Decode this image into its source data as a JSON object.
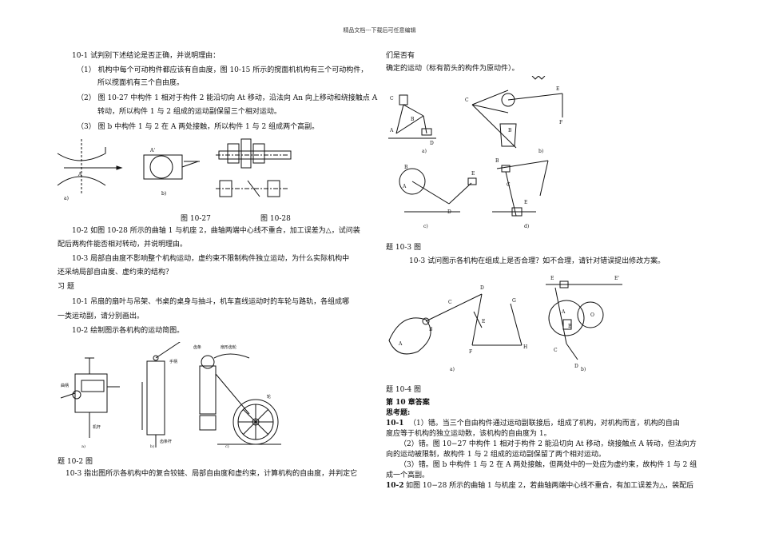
{
  "header": "精品文档---下载后可任意编辑",
  "left": {
    "q10_1": "10-1 试判别下述结论是否正确，并说明理由：",
    "q10_1_1a": "（1） 机构中每个可动构件都应该有自由度，图 10-15 所示的搅面机机构有三个可动构件，",
    "q10_1_1b": "所以搅面机有三个自由度。",
    "q10_1_2a": "（2） 图 10-27 中构件 1 相对于构件 2 能沿切向 At 移动，沿法向 An 向上移动和绕接触点 A",
    "q10_1_2b": "转动，所以构件 1 与 2 组成的运动副保留三个相对运动。",
    "q10_1_3": "（3） 图 b 中构件 1 与 2 在 A 两处接触，所以构件 1 与 2 组成两个高副。",
    "fig_a": "a)",
    "fig_b": "b)",
    "cap_10_27": "图 10-27",
    "cap_10_28": "图 10-28",
    "q10_2a": "10-2 如图 10-28 所示的曲轴 1 与机座 2，曲轴两端中心线不重合，加工误差为△，试问装",
    "q10_2b": "配后两构件能否相对转动，并说明理由。",
    "q10_3a": "10-3 局部自由度不影响整个机构运动，虚约束不限制构件独立运动，为什么实际机构中",
    "q10_3b": "还采纳局部自由度、虚约束的结构？",
    "xiti": "习 题",
    "e10_1a": "10-1 吊扇的扇叶与吊架、书桌的桌身与抽斗，机车直线运动时的车轮与路轨，各组成哪",
    "e10_1b": "一类运动副，请分别画出。",
    "e10_2": "10-2 绘制图示各机构的运动简图。",
    "lbl_qubing": "曲柄",
    "lbl_jigan": "机杆",
    "lbl_shoubing": "手柄",
    "lbl_chitiao": "齿条",
    "lbl_shanxing": "扇形齿轮",
    "lbl_lun": "轮",
    "lbl_chitiaogan": "齿条杆",
    "fa": "a)",
    "fb": "b)",
    "fc": "c)",
    "cap_e10_2": "题 10-2 图",
    "e10_3": "10-3 指出图所示各机构中的复合铰链、局部自由度和虚约束，计算机构的自由度，并判定它"
  },
  "right": {
    "r1": "们是否有",
    "r2": "确定的运动（标有箭头的构件为原动件）。",
    "la": "a)",
    "lb": "b)",
    "lc": "c)",
    "ld": "d)",
    "cap_e10_3": "题 10-3 图",
    "q10_3": "10-3 试问图示各机构在组成上是否合理？如不合理，请针对错误提出修改方案。",
    "cap_e10_4": "题 10-4 图",
    "ans_title": "第 10 章答案",
    "think": "思考题:",
    "a1_num": "10-1",
    "a1a": "（1）错。当三个自由构件通过运动副联接后，组成了机构，对机构而言，机构的自由",
    "a1b": "度应等于机构的独立运动数，该机构的自由度为 1。",
    "a1c": "（2）错。图 10−27 中构件 1 相对于构件 2 能沿切向 At 移动，绕接触点 A 转动，但法向方",
    "a1d": "向的运动被限制，故构件 1 与 2 组成的运动副保留了两个相对运动。",
    "a1e": "（3）错。图 b 中构件 1 与 2 在 A 两处接触，但两处中的一处应为虚约束，故构件 1 与 2 组",
    "a1f": "成一个高副。",
    "a2_num": "10-2",
    "a2": "如图 10−28 所示的曲轴 1 与机座 2，若曲轴两端中心线不重合，有加工误差为△，装配后"
  }
}
